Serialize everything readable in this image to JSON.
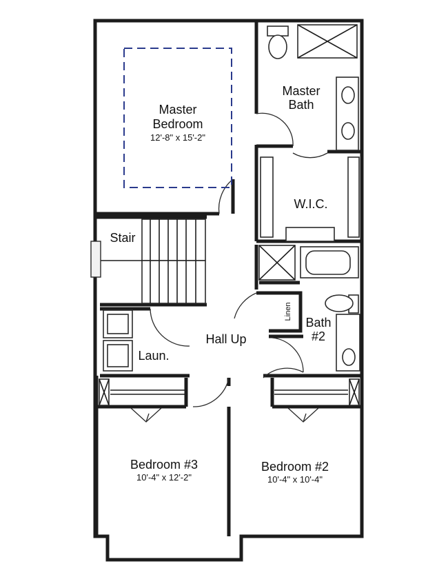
{
  "rooms": {
    "master_bedroom": {
      "name_line1": "Master",
      "name_line2": "Bedroom",
      "size": "12'-8\" x 15'-2\""
    },
    "master_bath": {
      "name_line1": "Master",
      "name_line2": "Bath"
    },
    "wic": {
      "name": "W.I.C."
    },
    "stair": {
      "name": "Stair"
    },
    "bath2": {
      "name_line1": "Bath",
      "name_line2": "#2"
    },
    "linen": {
      "name": "Linen"
    },
    "hall": {
      "name": "Hall Up"
    },
    "laundry": {
      "name": "Laun."
    },
    "bedroom3": {
      "name": "Bedroom #3",
      "size": "10'-4\" x 12'-2\""
    },
    "bedroom2": {
      "name": "Bedroom #2",
      "size": "10'-4\" x 10'-4\""
    }
  }
}
